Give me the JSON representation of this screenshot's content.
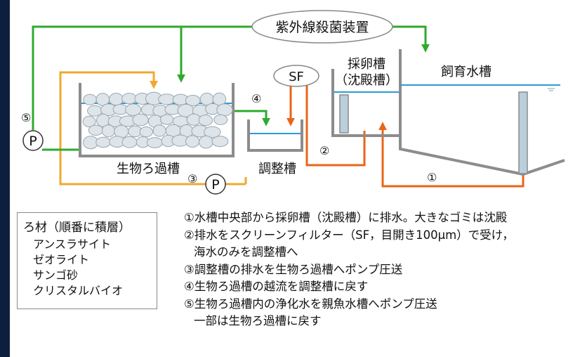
{
  "labels": {
    "uv_sterilizer": "紫外線殺菌装置",
    "egg_tank_line1": "採卵槽",
    "egg_tank_line2": "（沈殿槽）",
    "rearing_tank": "飼育水槽",
    "screen_filter": "SF",
    "bio_filter_tank": "生物ろ過槽",
    "adjust_tank": "調整槽",
    "pump_symbol": "P",
    "num_1": "①",
    "num_2": "②",
    "num_3": "③",
    "num_4": "④",
    "num_5": "⑤"
  },
  "legend": {
    "title": "ろ材（順番に積層）",
    "items": [
      "アンスラサイト",
      "ゼオライト",
      "サンゴ砂",
      "クリスタルバイオ"
    ]
  },
  "notes": [
    "①水槽中央部から採卵槽（沈殿槽）に排水。大きなゴミは沈殿",
    "②排水をスクリーンフィルター（SF，目開き100μm）で受け，",
    "海水のみを調整槽へ",
    "③調整槽の排水を生物ろ過槽へポンプ圧送",
    "④生物ろ過槽の越流を調整槽に戻す",
    "⑤生物ろ過槽内の浄化水を親魚水槽へポンプ圧送",
    "一部は生物ろ過槽に戻す"
  ],
  "colors": {
    "green_flow": "#2eaa2e",
    "orange_flow": "#e8651a",
    "yellow_flow": "#f0a830",
    "water": "#2c9bd6",
    "tank_wall": "#8c8c8c",
    "background": "#0d1f3c"
  }
}
